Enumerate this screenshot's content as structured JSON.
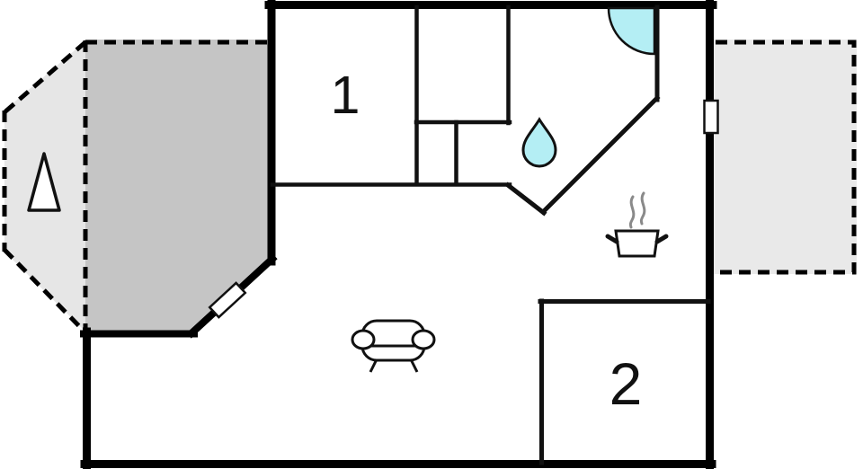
{
  "rooms": [
    {
      "label": "1"
    },
    {
      "label": "2"
    }
  ],
  "colors": {
    "background": "#ffffff",
    "wall": "#000000",
    "interior_wall": "#111111",
    "terrace_dark": "#c5c5c5",
    "terrace_light": "#e6e6e6",
    "terrace_right": "#e9e9e9",
    "water": "#b4eef4",
    "water_outline": "#111111",
    "steam": "#8a8a8a",
    "icon_stroke": "#111111",
    "icon_fill": "#ffffff"
  },
  "icons": [
    {
      "name": "tree-icon"
    },
    {
      "name": "shower-door-icon"
    },
    {
      "name": "water-drop-icon"
    },
    {
      "name": "cooking-pot-icon"
    },
    {
      "name": "steam-icon"
    },
    {
      "name": "sofa-icon"
    },
    {
      "name": "door-marker-diagonal"
    },
    {
      "name": "door-marker-right"
    }
  ]
}
